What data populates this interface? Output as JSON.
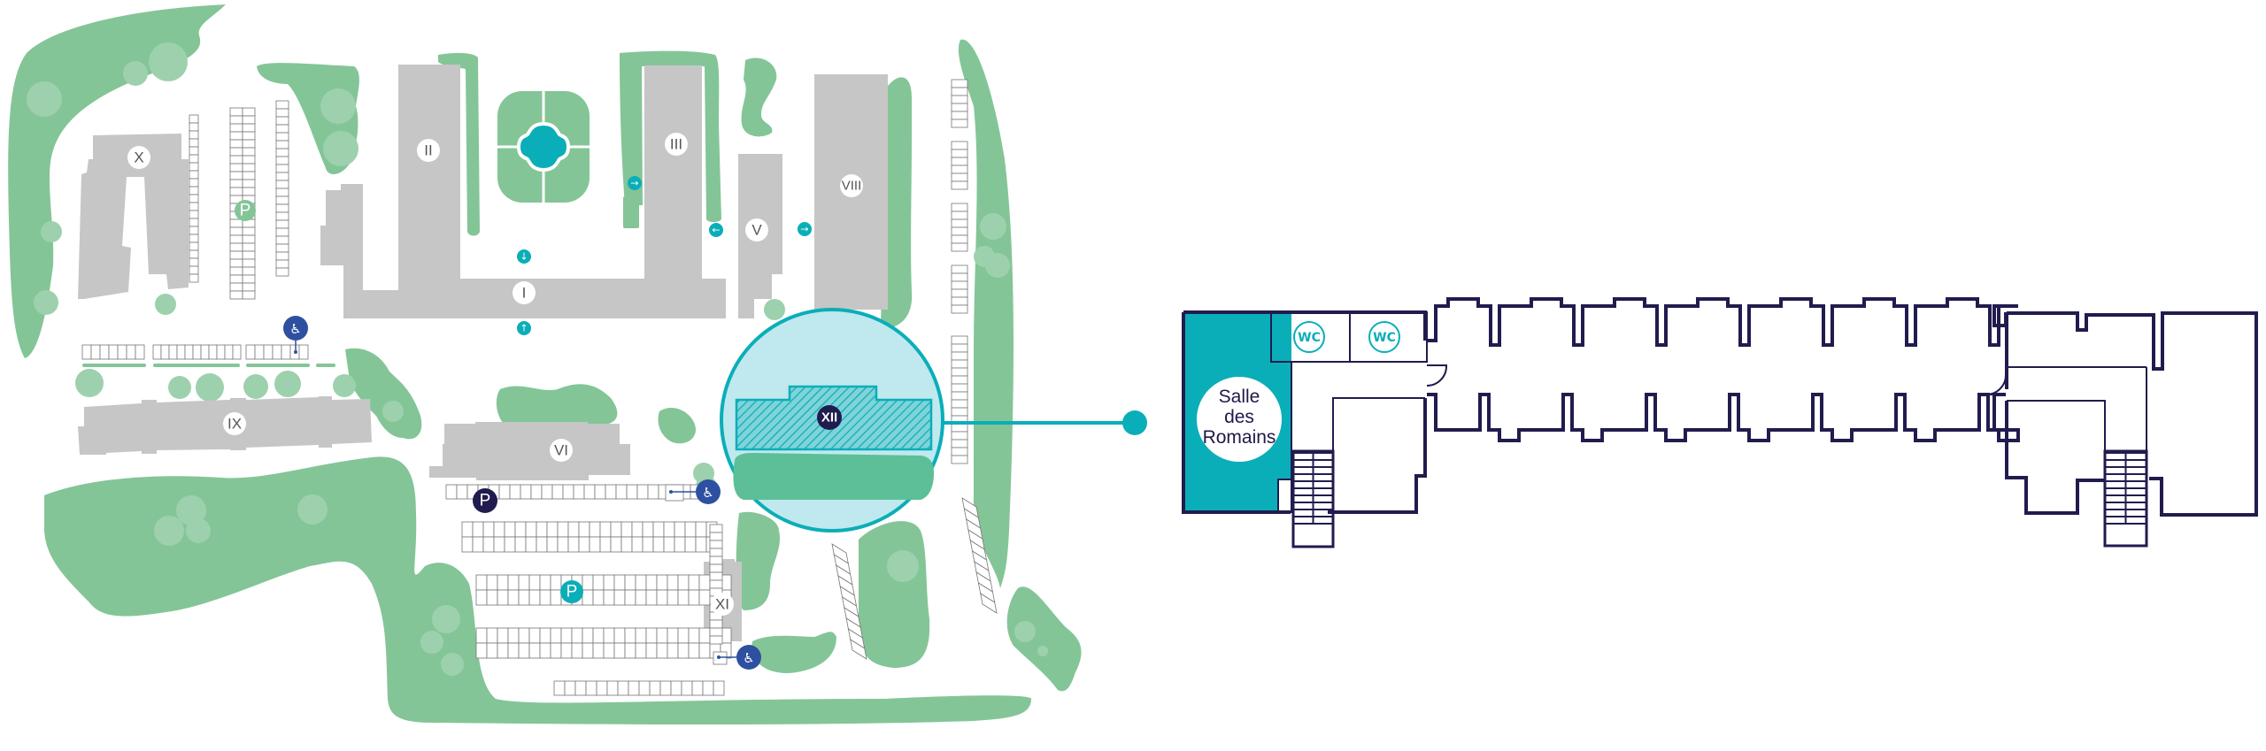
{
  "colors": {
    "green": "#84c597",
    "green_light": "#9dd1ad",
    "building": "#c6c6c6",
    "teal": "#0aaeb8",
    "teal_light": "#bfe9ee",
    "navy": "#201c4e",
    "accessible_blue": "#2d50a0",
    "label_circle": "#ffffff"
  },
  "map": {
    "buildings": [
      {
        "id": "X",
        "label": "X"
      },
      {
        "id": "II",
        "label": "II"
      },
      {
        "id": "III",
        "label": "III"
      },
      {
        "id": "V",
        "label": "V"
      },
      {
        "id": "VIII",
        "label": "VIII"
      },
      {
        "id": "I",
        "label": "I"
      },
      {
        "id": "IX",
        "label": "IX"
      },
      {
        "id": "VI",
        "label": "VI"
      },
      {
        "id": "XI",
        "label": "XI"
      },
      {
        "id": "XII",
        "label": "XII",
        "highlighted": true
      }
    ],
    "parking_markers": [
      {
        "label": "P",
        "style": "green"
      },
      {
        "label": "P",
        "style": "navy"
      },
      {
        "label": "P",
        "style": "teal"
      }
    ],
    "accessible_parking": [
      {
        "icon": "wheelchair-icon",
        "glyph": "♿"
      },
      {
        "icon": "wheelchair-icon",
        "glyph": "♿"
      },
      {
        "icon": "wheelchair-icon",
        "glyph": "♿"
      }
    ],
    "entrance_arrows": [
      {
        "icon": "arrow-down-icon",
        "glyph": "↓"
      },
      {
        "icon": "arrow-up-icon",
        "glyph": "↑"
      },
      {
        "icon": "arrow-right-icon",
        "glyph": "→"
      },
      {
        "icon": "arrow-left-icon",
        "glyph": "←"
      },
      {
        "icon": "arrow-right-icon",
        "glyph": "→"
      }
    ]
  },
  "floor_plan": {
    "building": "XII",
    "highlighted_room": {
      "name_lines": [
        "Salle",
        "des",
        "Romains"
      ]
    },
    "wc_labels": [
      "WC",
      "WC"
    ]
  }
}
